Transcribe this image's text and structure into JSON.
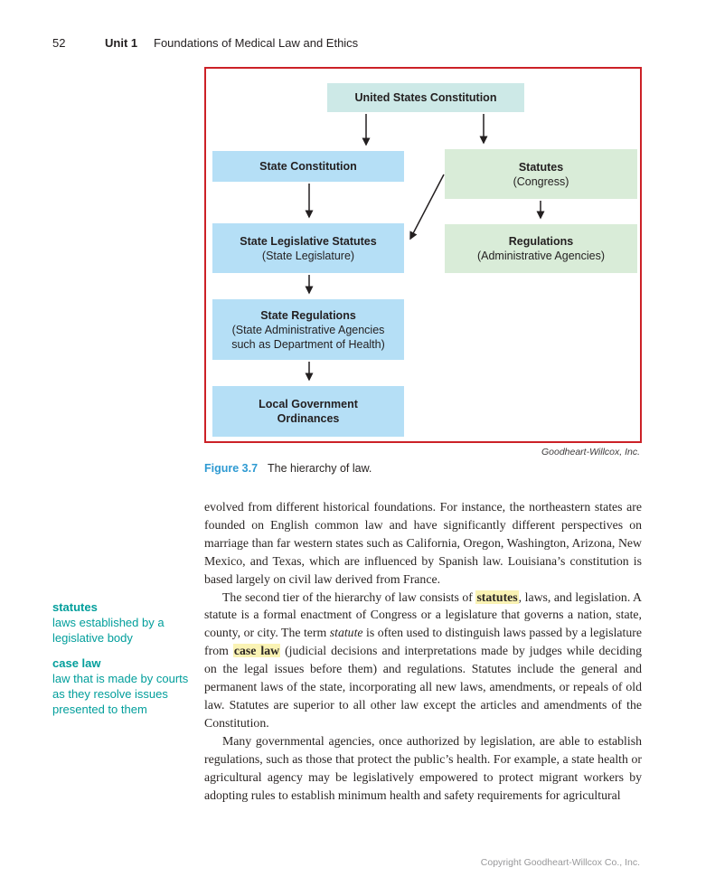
{
  "header": {
    "page_number": "52",
    "unit_label": "Unit 1",
    "unit_title": "Foundations of Medical Law and Ethics"
  },
  "figure": {
    "label": "Figure 3.7",
    "caption": "The hierarchy of law.",
    "credit": "Goodheart-Willcox, Inc.",
    "border_color": "#cc2127",
    "nodes": [
      {
        "id": "us-constitution",
        "fill": "#cde9e7",
        "lines": [
          {
            "text": "United States Constitution",
            "bold": true
          }
        ]
      },
      {
        "id": "state-constitution",
        "fill": "#b5dff6",
        "lines": [
          {
            "text": "State Constitution",
            "bold": true
          }
        ]
      },
      {
        "id": "statutes-congress",
        "fill": "#d9ecd8",
        "lines": [
          {
            "text": "Statutes",
            "bold": true
          },
          {
            "text": "(Congress)",
            "bold": false
          }
        ]
      },
      {
        "id": "state-legislative-statutes",
        "fill": "#b5dff6",
        "lines": [
          {
            "text": "State Legislative Statutes",
            "bold": true
          },
          {
            "text": "(State Legislature)",
            "bold": false
          }
        ]
      },
      {
        "id": "regulations",
        "fill": "#d9ecd8",
        "lines": [
          {
            "text": "Regulations",
            "bold": true
          },
          {
            "text": "(Administrative Agencies)",
            "bold": false
          }
        ]
      },
      {
        "id": "state-regulations",
        "fill": "#b5dff6",
        "lines": [
          {
            "text": "State Regulations",
            "bold": true
          },
          {
            "text": "(State Administrative Agencies",
            "bold": false
          },
          {
            "text": "such as Department of Health)",
            "bold": false
          }
        ]
      },
      {
        "id": "local-government-ordinances",
        "fill": "#b5dff6",
        "lines": [
          {
            "text": "Local Government",
            "bold": true
          },
          {
            "text": "Ordinances",
            "bold": true
          }
        ]
      }
    ],
    "edges": [
      {
        "from": "us-constitution",
        "to": "state-constitution"
      },
      {
        "from": "us-constitution",
        "to": "statutes-congress"
      },
      {
        "from": "state-constitution",
        "to": "state-legislative-statutes"
      },
      {
        "from": "statutes-congress",
        "to": "state-legislative-statutes"
      },
      {
        "from": "statutes-congress",
        "to": "regulations"
      },
      {
        "from": "state-legislative-statutes",
        "to": "state-regulations"
      },
      {
        "from": "state-regulations",
        "to": "local-government-ordinances"
      }
    ]
  },
  "article": {
    "paragraphs": [
      {
        "indent": false,
        "segments": [
          {
            "text": "evolved from different historical foundations. For instance, the northeastern states are founded on English common law and have significantly different perspectives on marriage than far western states such as California, Oregon, Washington, Arizona, New Mexico, and Texas, which are influenced by Spanish law. Louisiana’s constitution is based largely on civil law derived from France."
          }
        ]
      },
      {
        "indent": true,
        "segments": [
          {
            "text": "The second tier of the hierarchy of law consists of "
          },
          {
            "text": "statutes",
            "style": "term"
          },
          {
            "text": ", laws, and legislation. A statute is a formal enactment of Congress or a legislature that governs a nation, state, county, or city. The term "
          },
          {
            "text": "statute",
            "style": "italic"
          },
          {
            "text": " is often used to distinguish laws passed by a legislature from "
          },
          {
            "text": "case law",
            "style": "term"
          },
          {
            "text": " (judicial decisions and interpretations made by judges while deciding on the legal issues before them) and regulations. Statutes include the general and permanent laws of the state, incorporating all new laws, amendments, or repeals of old law. Statutes are superior to all other law except the articles and amendments of the Constitution."
          }
        ]
      },
      {
        "indent": true,
        "segments": [
          {
            "text": "Many governmental agencies, once authorized by legislation, are able to establish regulations, such as those that protect the public’s health. For example, a state health or agricultural agency may be legislatively empowered to protect migrant workers by adopting rules to establish minimum health and safety requirements for agricultural"
          }
        ]
      }
    ]
  },
  "margin_terms": [
    {
      "term": "statutes",
      "definition": "laws established by a legislative body"
    },
    {
      "term": "case law",
      "definition": "law that is made by courts as they resolve issues presented to them"
    }
  ],
  "footer": {
    "copyright": "Copyright Goodheart-Willcox Co., Inc."
  },
  "colors": {
    "figure_border_red": "#cc2127",
    "box_blue": "#b5dff6",
    "box_green": "#d9ecd8",
    "box_teal": "#cde9e7",
    "margin_term_teal": "#019e9b",
    "figure_label_blue": "#2e9ad2",
    "highlight_yellow": "#faf3b4"
  }
}
